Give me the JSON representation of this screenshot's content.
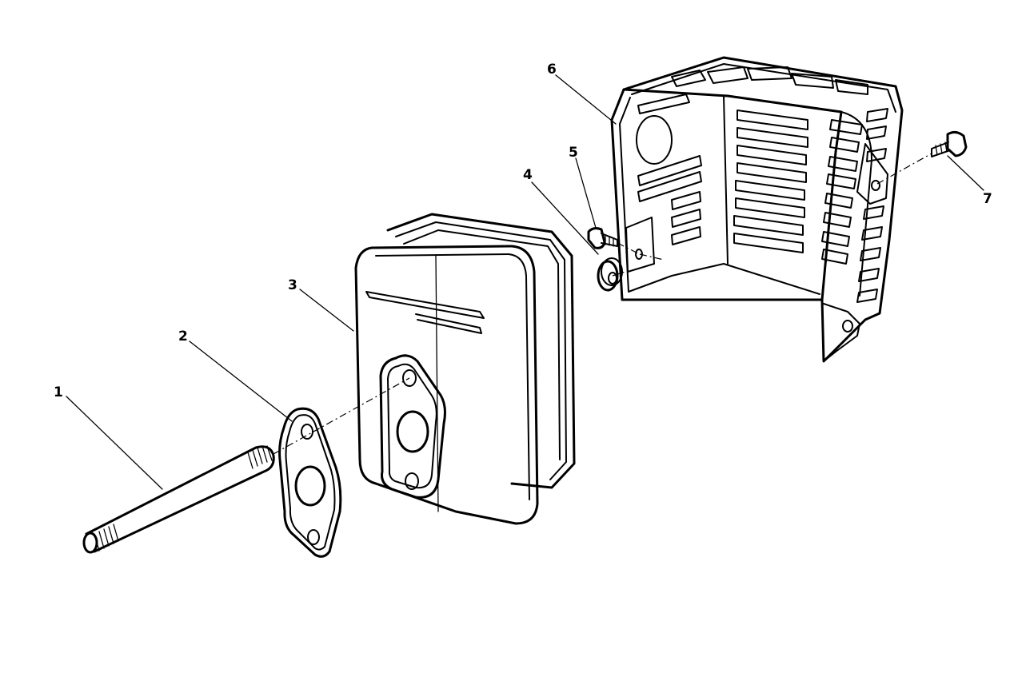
{
  "diagram": {
    "type": "exploded-parts-diagram",
    "callouts": [
      {
        "id": "1",
        "label": "1",
        "part": "stud"
      },
      {
        "id": "2",
        "label": "2",
        "part": "gasket"
      },
      {
        "id": "3",
        "label": "3",
        "part": "muffler"
      },
      {
        "id": "4",
        "label": "4",
        "part": "lock-washer"
      },
      {
        "id": "5",
        "label": "5",
        "part": "screw"
      },
      {
        "id": "6",
        "label": "6",
        "part": "muffler-guard"
      },
      {
        "id": "7",
        "label": "7",
        "part": "screw"
      }
    ],
    "colors": {
      "ink": "#000000",
      "background": "#ffffff"
    }
  }
}
